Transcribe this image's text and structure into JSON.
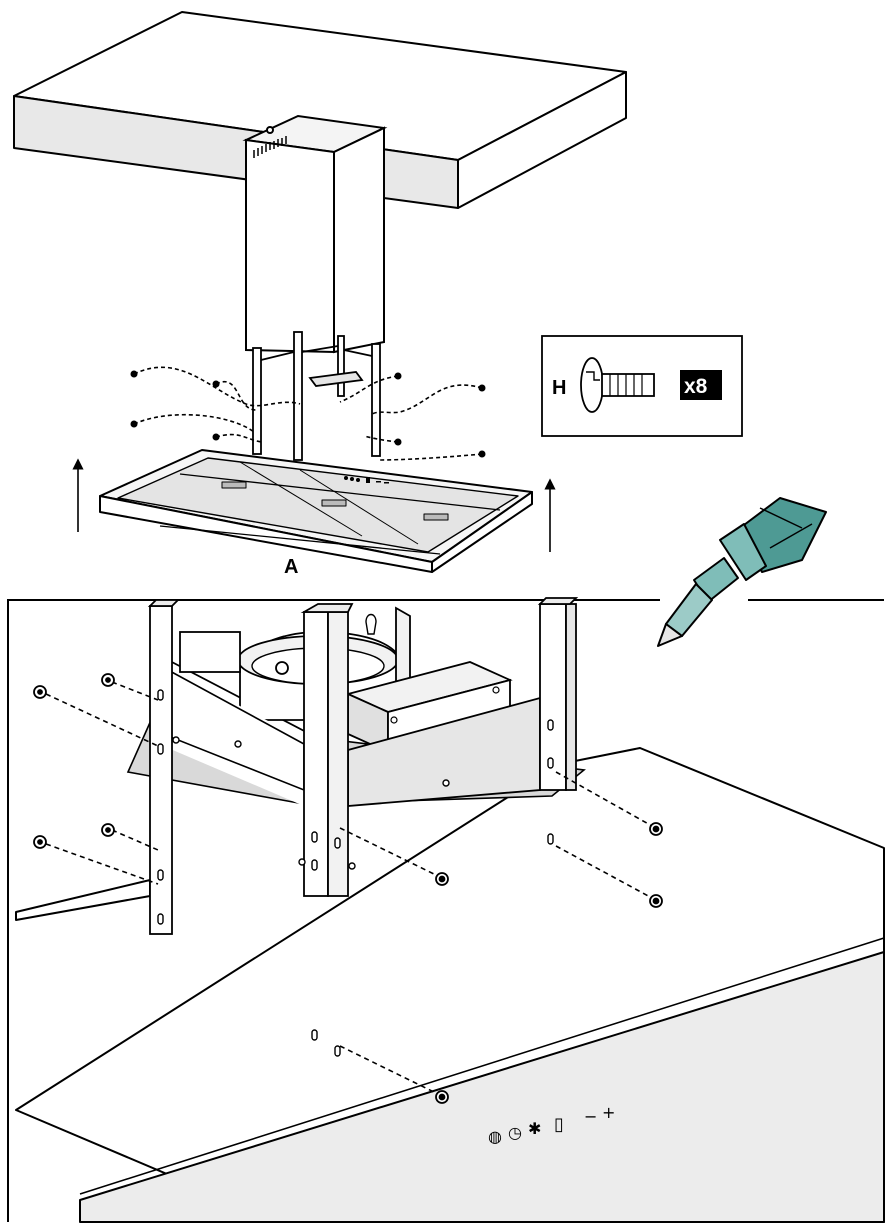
{
  "labels": {
    "hood": "A",
    "screw_letter": "H",
    "screw_quantity": "x8"
  },
  "control_panel": {
    "symbols": [
      "◍",
      "◷",
      "✱",
      "▯",
      "−",
      "+"
    ]
  },
  "colors": {
    "stroke": "#000000",
    "ceiling_face": "#e8e8e8",
    "metal_light": "#f2f2f2",
    "metal_mid": "#dedede",
    "duct_face": "#e6e6e6",
    "screwdriver_teal": "#4e9a94",
    "screwdriver_shaft": "#7fbdb8",
    "badge_bg": "#000000",
    "badge_text": "#ffffff"
  },
  "icons": [
    "screw-icon",
    "screwdriver-icon",
    "arrow-up-icon"
  ]
}
